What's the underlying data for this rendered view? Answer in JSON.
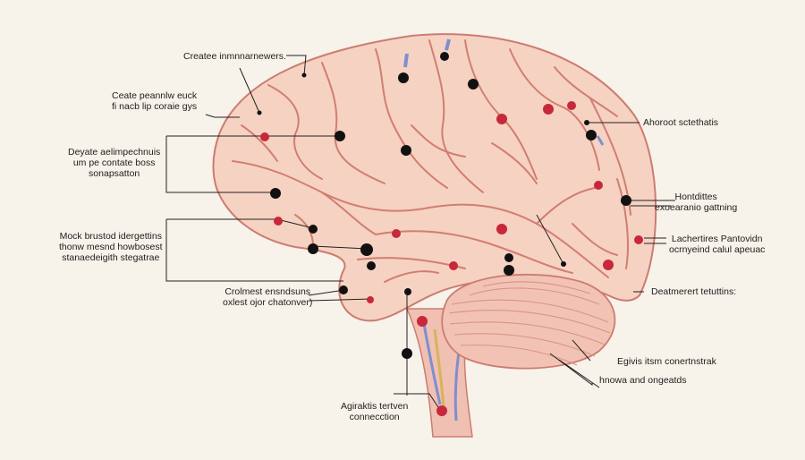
{
  "colors": {
    "background": "#f7f2ea",
    "brain_fill": "#f6d2c2",
    "brain_outline": "#cc7c70",
    "sulci": "#d17e72",
    "cerebellum_fill": "#f2c3b4",
    "brainstem_fill": "#f0c0b2",
    "marker_black": "#111111",
    "marker_red": "#c7283a",
    "nerve_blue": "#7d8fd0",
    "nerve_yellow": "#d8b25a"
  },
  "labels": {
    "top": [
      "Createe inmnnarnewers."
    ],
    "upper_left": [
      "Ceate peannlw euck",
      "fi nacb lip coraie gys"
    ],
    "mid_left": [
      "Deyate aelimpechnuis",
      "um pe contate boss",
      "sonapsatton"
    ],
    "lower_left": [
      "Mock brustod idergettins",
      "thonw mesnd howbosest",
      "stanaedeigith stegatrae"
    ],
    "bottom_mid_left": [
      "Crolmest ensndsuns",
      "oxlest ojor chatonver)"
    ],
    "bottom_center": [
      "Agiraktis tertven",
      "connecction"
    ],
    "right_1": [
      "Ahoroot sctethatis"
    ],
    "right_2": [
      "Hontdittes",
      "exoearanio gattning"
    ],
    "right_3": [
      "Lachertires Pantovidn",
      "ocrnyeind calul apeuac"
    ],
    "right_4": [
      "Deatmerert tetuttins:"
    ],
    "bottom_right_1": [
      "Egivis itsm conertnstrak"
    ],
    "bottom_right_2": [
      "hnowa and ongeatds"
    ]
  }
}
